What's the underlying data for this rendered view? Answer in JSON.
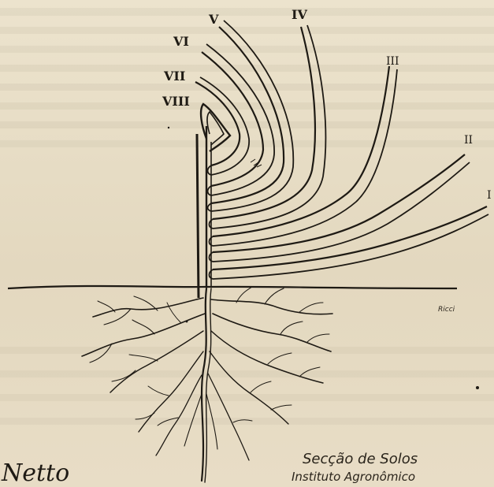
{
  "leaf_labels": [
    "I",
    "II",
    "III",
    "IV",
    "V",
    "VI",
    "VII",
    "VIII"
  ],
  "signature": "Netto",
  "credit_line1": "Secção de Solos",
  "credit_line2": "Instituto Agronômico",
  "small_mark": "Ricci",
  "colors": {
    "paper": "#e6dcc4",
    "ink": "#1e1a14",
    "ghost_text": "#3a3226"
  }
}
